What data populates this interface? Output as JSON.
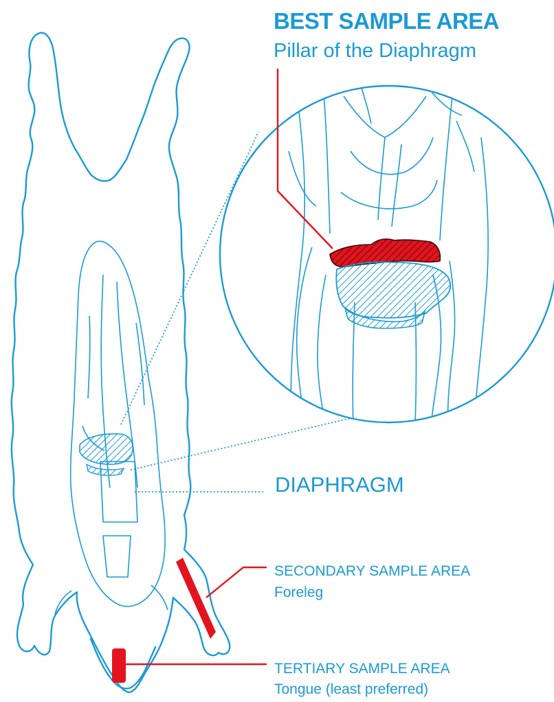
{
  "labels": {
    "best_title": "BEST SAMPLE AREA",
    "best_subtitle": "Pillar of the Diaphragm",
    "diaphragm": "DIAPHRAGM",
    "secondary_title": "SECONDARY SAMPLE AREA",
    "secondary_subtitle": "Foreleg",
    "tertiary_title": "TERTIARY SAMPLE AREA",
    "tertiary_subtitle": "Tongue (least preferred)"
  },
  "colors": {
    "outline_blue": "#1a9ad6",
    "sample_red": "#e3141d",
    "background": "#ffffff"
  }
}
